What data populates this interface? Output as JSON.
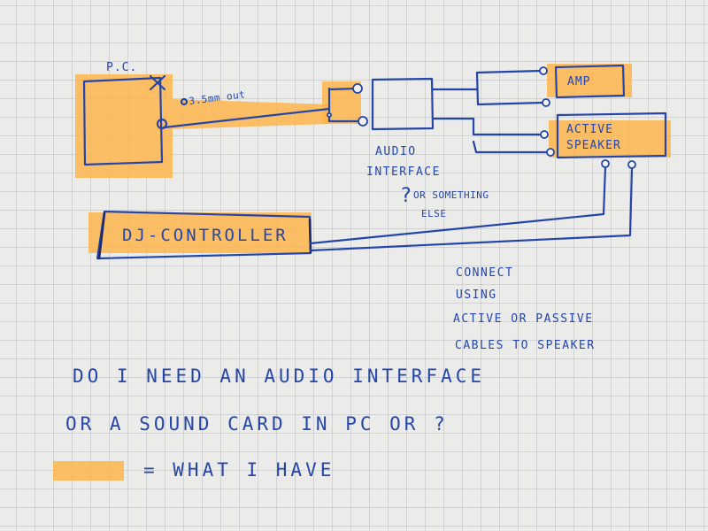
{
  "diagram": {
    "pc_label": "P.C.",
    "pc_output_label": "3.5mm out",
    "audio_interface_label_line1": "AUDIO",
    "audio_interface_label_line2": "INTERFACE",
    "question_mark": "?",
    "alternative_line1": "OR SOMETHING",
    "alternative_line2": "ELSE",
    "amp_label": "AMP",
    "active_speaker_line1": "ACTIVE",
    "active_speaker_line2": "SPEAKER",
    "dj_controller_label": "DJ-CONTROLLER",
    "connect_note": [
      "CONNECT",
      "USING",
      "ACTIVE OR PASSIVE",
      "CABLES TO SPEAKER"
    ]
  },
  "question": {
    "line1": "DO I NEED AN AUDIO INTERFACE",
    "line2": "OR A SOUND CARD IN PC OR ?"
  },
  "legend": {
    "text": "= WHAT I HAVE",
    "swatch_color": "#ffb347"
  },
  "colors": {
    "ink": "#2546a8",
    "highlighter": "#ffb347",
    "paper": "#ebebea",
    "grid": "#9a9ea6"
  }
}
